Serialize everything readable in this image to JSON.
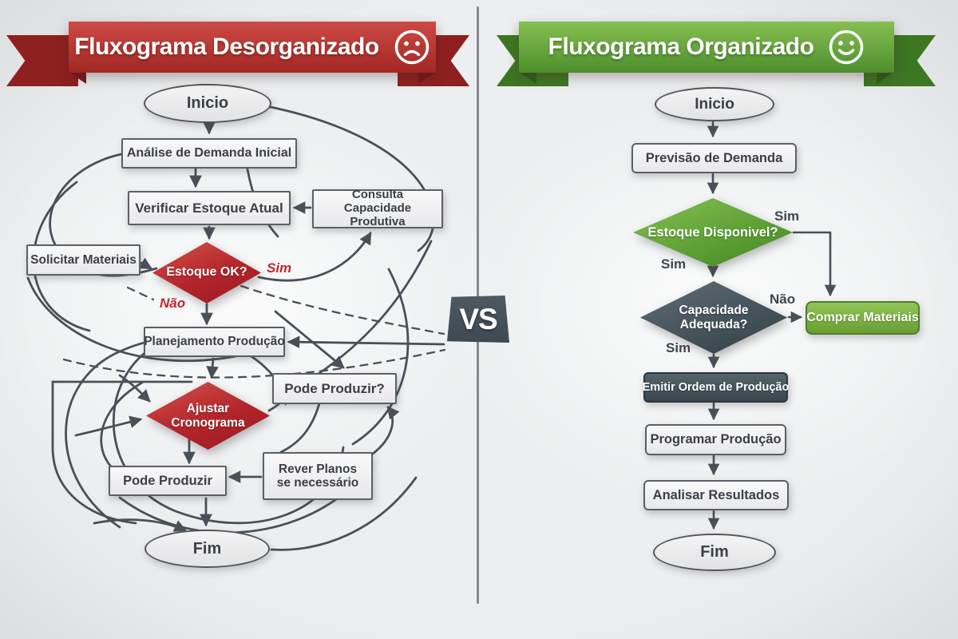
{
  "left": {
    "banner_title": "Fluxograma Desorganizado",
    "banner_icon": "sad-face-icon",
    "nodes": {
      "inicio": "Inicio",
      "analise": "Análise de Demanda Inicial",
      "verificar": "Verificar Estoque Atual",
      "consulta": "Consulta Capacidade Produtiva",
      "solicitar": "Solicitar Materiais",
      "estoque_ok": "Estoque OK?",
      "planejamento": "Planejamento Produção",
      "pode_produzir_q": "Pode Produzir?",
      "ajustar": "Ajustar Cronograma",
      "pode_produzir": "Pode Produzir",
      "rever": "Rever Planos se necessário",
      "fim": "Fim"
    },
    "labels": {
      "sim": "Sim",
      "nao": "Não"
    }
  },
  "center": {
    "vs": "VS"
  },
  "right": {
    "banner_title": "Fluxograma Organizado",
    "banner_icon": "smiley-face-icon",
    "nodes": {
      "inicio": "Inicio",
      "previsao": "Previsão de Demanda",
      "estoque_disponivel": "Estoque Disponivel?",
      "capacidade": "Capacidade Adequada?",
      "comprar": "Comprar Materiais",
      "emitir": "Emitir Ordem de Produção",
      "programar": "Programar Produção",
      "analisar": "Analisar Resultados",
      "fim": "Fim"
    },
    "labels": {
      "sim_top": "Sim",
      "sim_mid": "Sim",
      "nao": "Não",
      "sim_bottom": "Sim"
    }
  },
  "colors": {
    "red": "#b2242a",
    "green": "#55982f",
    "slate": "#414f58",
    "ink": "#4a5057"
  }
}
